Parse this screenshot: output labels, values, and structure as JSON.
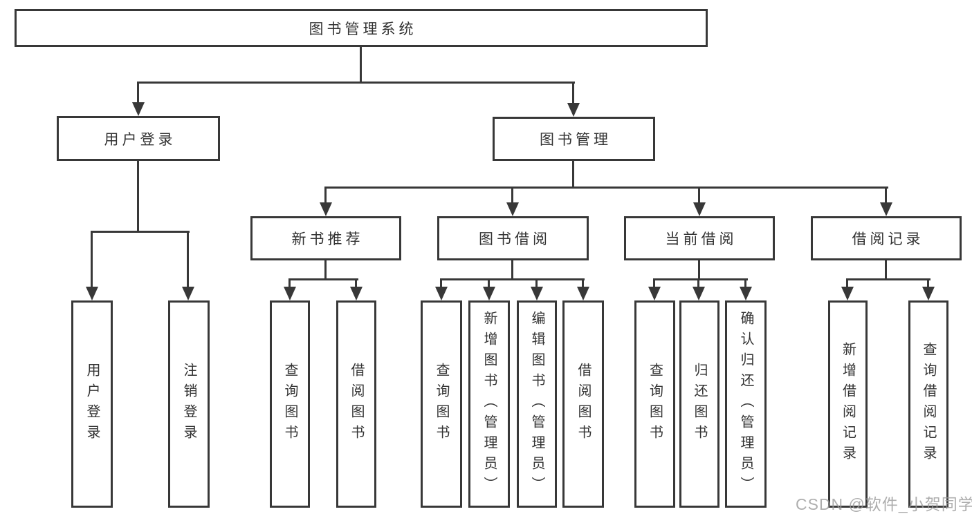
{
  "nodes": {
    "root": "图书管理系统",
    "l2": [
      "用户登录",
      "图书管理"
    ],
    "l3": [
      "新书推荐",
      "图书借阅",
      "当前借阅",
      "借阅记录"
    ],
    "leaves": [
      "用户登录",
      "注销登录",
      "查询图书",
      "借阅图书",
      "查询图书",
      "新增图书（管理员）",
      "编辑图书（管理员）",
      "借阅图书",
      "查询图书",
      "归还图书",
      "确认归还（管理员）",
      "新增借阅记录",
      "查询借阅记录"
    ]
  },
  "watermark": "CSDN @软件_小贺同学",
  "colors": {
    "line": "#383838",
    "text": "#333333",
    "background": "#ffffff",
    "watermark": "#9a9a9a"
  }
}
